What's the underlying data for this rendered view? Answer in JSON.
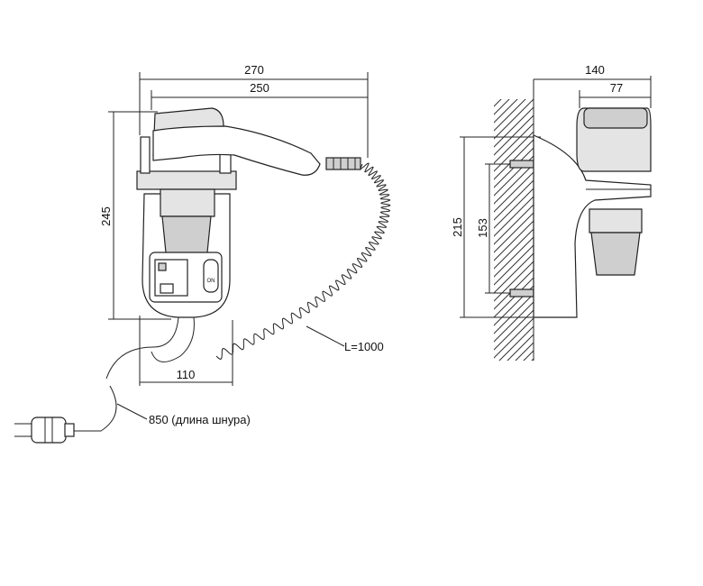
{
  "front_view": {
    "overall_width": "270",
    "inner_width": "250",
    "height": "245",
    "base_width": "110",
    "coil_cord": "L=1000",
    "power_cord": "850 (длина шнура)",
    "switch_label": "ON"
  },
  "side_view": {
    "depth": "140",
    "nozzle_depth": "77",
    "height": "215",
    "mount_spacing": "153"
  }
}
